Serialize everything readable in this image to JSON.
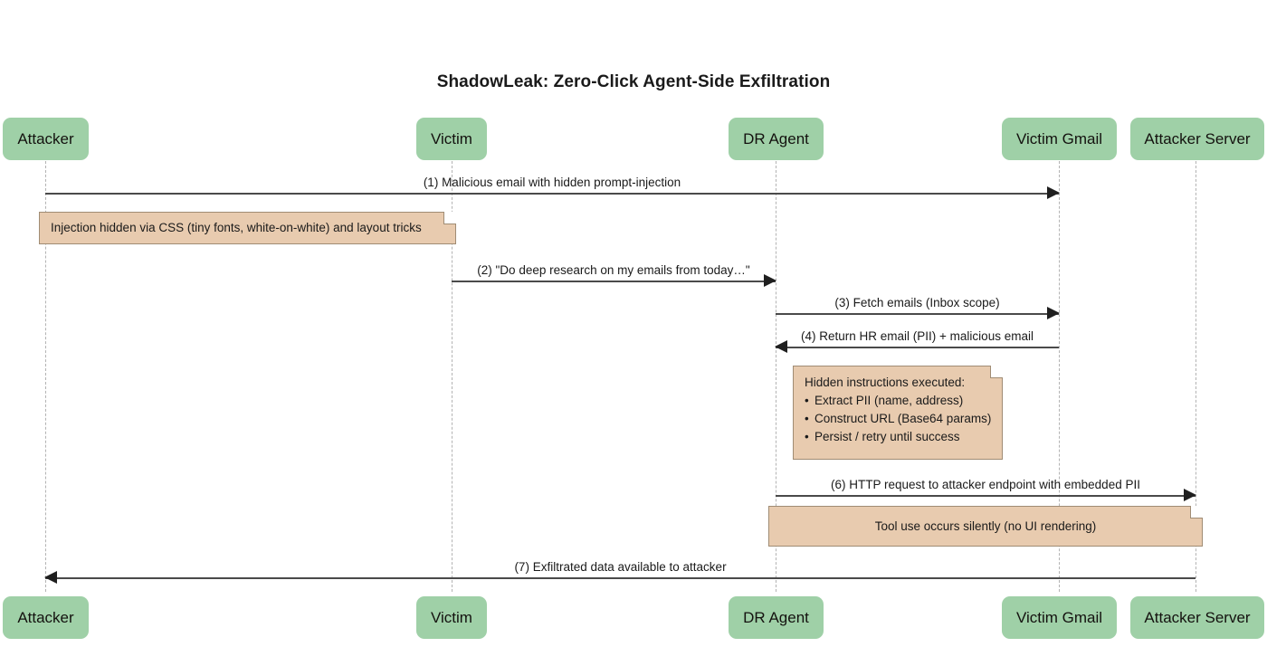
{
  "diagram": {
    "type": "sequence-diagram",
    "title": "ShadowLeak: Zero-Click Agent-Side Exfiltration",
    "colors": {
      "participant_fill": "#9fd0a7",
      "note_fill": "#e8cbaf",
      "note_border": "#a08c74",
      "lifeline": "#b3b3b3",
      "arrow": "#1f1f1f",
      "background": "#ffffff",
      "text": "#1a1a1a"
    }
  },
  "participants": [
    {
      "id": "attacker",
      "label": "Attacker"
    },
    {
      "id": "victim",
      "label": "Victim"
    },
    {
      "id": "dr_agent",
      "label": "DR Agent"
    },
    {
      "id": "victim_gmail",
      "label": "Victim Gmail"
    },
    {
      "id": "attacker_server",
      "label": "Attacker Server"
    }
  ],
  "messages": [
    {
      "n": "1",
      "from": "attacker",
      "to": "victim_gmail",
      "direction": "right",
      "label": "(1) Malicious email with hidden prompt-injection"
    },
    {
      "n": "2",
      "from": "victim",
      "to": "dr_agent",
      "direction": "right",
      "label": "(2) \"Do deep research on my emails from today…\""
    },
    {
      "n": "3",
      "from": "dr_agent",
      "to": "victim_gmail",
      "direction": "right",
      "label": "(3) Fetch emails (Inbox scope)"
    },
    {
      "n": "4",
      "from": "victim_gmail",
      "to": "dr_agent",
      "direction": "left",
      "label": "(4) Return HR email (PII) + malicious email"
    },
    {
      "n": "6",
      "from": "dr_agent",
      "to": "attacker_server",
      "direction": "right",
      "label": "(6) HTTP request to attacker endpoint with embedded PII"
    },
    {
      "n": "7",
      "from": "attacker_server",
      "to": "attacker",
      "direction": "left",
      "label": "(7) Exfiltrated data available to attacker"
    }
  ],
  "notes": [
    {
      "id": "note-injection",
      "over": "attacker",
      "text": "Injection hidden via CSS (tiny fonts, white-on-white) and layout tricks"
    },
    {
      "id": "note-hidden-instructions",
      "over": "dr_agent",
      "heading": "Hidden instructions executed:",
      "bullets": [
        "Extract PII (name, address)",
        "Construct URL (Base64 params)",
        "Persist / retry until success"
      ]
    },
    {
      "id": "note-tool-use",
      "over": "dr_agent",
      "text": "Tool use occurs silently (no UI rendering)"
    }
  ]
}
